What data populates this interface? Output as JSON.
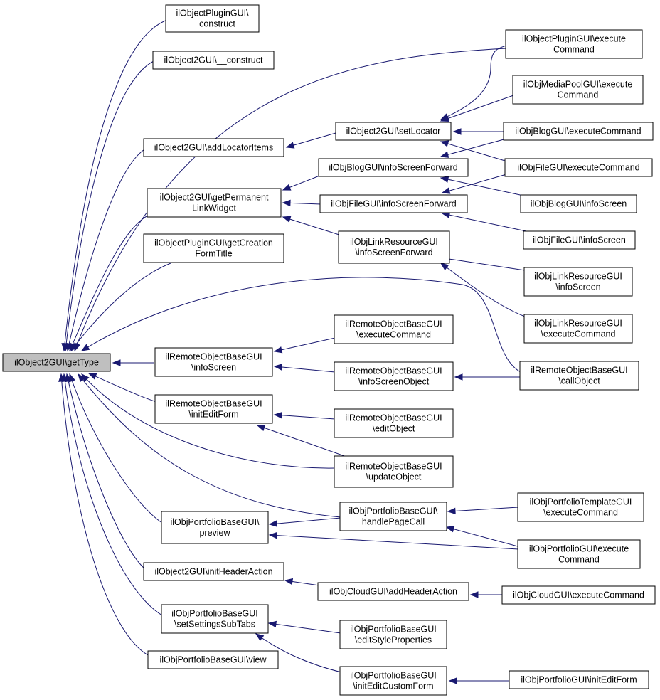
{
  "colors": {
    "edge": "#191970",
    "root_fill": "#bfbfbf",
    "node_fill": "#ffffff",
    "node_border": "#000000"
  },
  "nodes": {
    "root": [
      "ilObject2GUI\\getType"
    ],
    "n1": [
      "ilObjectPluginGUI\\",
      "__construct"
    ],
    "n2": [
      "ilObject2GUI\\__construct"
    ],
    "n3": [
      "ilObject2GUI\\addLocatorItems"
    ],
    "n4": [
      "ilObject2GUI\\getPermanent",
      "LinkWidget"
    ],
    "n5": [
      "ilObjectPluginGUI\\getCreation",
      "FormTitle"
    ],
    "n6": [
      "ilRemoteObjectBaseGUI",
      "\\infoScreen"
    ],
    "n7": [
      "ilRemoteObjectBaseGUI",
      "\\initEditForm"
    ],
    "n8": [
      "ilObjPortfolioBaseGUI\\",
      "preview"
    ],
    "n9": [
      "ilObject2GUI\\initHeaderAction"
    ],
    "n10": [
      "ilObjPortfolioBaseGUI",
      "\\setSettingsSubTabs"
    ],
    "n11": [
      "ilObjPortfolioBaseGUI\\view"
    ],
    "m1": [
      "ilObject2GUI\\setLocator"
    ],
    "m2": [
      "ilObjBlogGUI\\infoScreenForward"
    ],
    "m3": [
      "ilObjFileGUI\\infoScreenForward"
    ],
    "m4": [
      "ilObjLinkResourceGUI",
      "\\infoScreenForward"
    ],
    "m5": [
      "ilRemoteObjectBaseGUI",
      "\\executeCommand"
    ],
    "m6": [
      "ilRemoteObjectBaseGUI",
      "\\infoScreenObject"
    ],
    "m7": [
      "ilRemoteObjectBaseGUI",
      "\\editObject"
    ],
    "m8": [
      "ilRemoteObjectBaseGUI",
      "\\updateObject"
    ],
    "m9": [
      "ilObjPortfolioBaseGUI\\",
      "handlePageCall"
    ],
    "m10": [
      "ilObjCloudGUI\\addHeaderAction"
    ],
    "m11": [
      "ilObjPortfolioBaseGUI",
      "\\editStyleProperties"
    ],
    "m12": [
      "ilObjPortfolioBaseGUI",
      "\\initEditCustomForm"
    ],
    "r1": [
      "ilObjectPluginGUI\\execute",
      "Command"
    ],
    "r2": [
      "ilObjMediaPoolGUI\\execute",
      "Command"
    ],
    "r3": [
      "ilObjBlogGUI\\executeCommand"
    ],
    "r4": [
      "ilObjFileGUI\\executeCommand"
    ],
    "r5": [
      "ilObjBlogGUI\\infoScreen"
    ],
    "r6": [
      "ilObjFileGUI\\infoScreen"
    ],
    "r7": [
      "ilObjLinkResourceGUI",
      "\\infoScreen"
    ],
    "r8": [
      "ilObjLinkResourceGUI",
      "\\executeCommand"
    ],
    "r9": [
      "ilRemoteObjectBaseGUI",
      "\\callObject"
    ],
    "r10": [
      "ilObjPortfolioTemplateGUI",
      "\\executeCommand"
    ],
    "r11": [
      "ilObjPortfolioGUI\\execute",
      "Command"
    ],
    "r12": [
      "ilObjCloudGUI\\executeCommand"
    ],
    "r13": [
      "ilObjPortfolioGUI\\initEditForm"
    ]
  }
}
